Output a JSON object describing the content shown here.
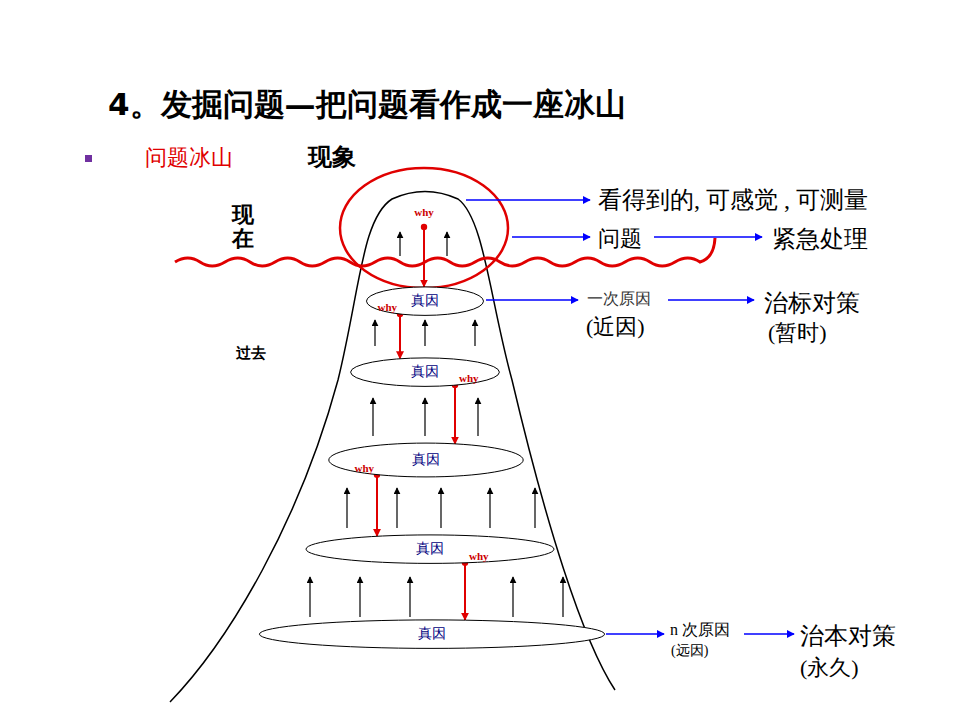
{
  "diagram": {
    "title": "4。发掘问题—把问题看作成一座冰山",
    "nodes": [
      {
        "text": [
          "why"
        ]
      },
      {
        "text": [
          "真因"
        ]
      },
      {
        "text": [
          "真因"
        ]
      },
      {
        "text": [
          "真因"
        ]
      },
      {
        "text": [
          "真因"
        ]
      },
      {
        "text": [
          "真因"
        ]
      }
    ],
    "edges": [
      {
        "from": 0,
        "to": 1,
        "arrow": "to"
      },
      {
        "from": 1,
        "to": 2,
        "label": "why",
        "arrow": "to"
      },
      {
        "from": 2,
        "to": 3,
        "label": "why",
        "arrow": "to"
      },
      {
        "from": 3,
        "to": 4,
        "label": "why",
        "arrow": "to"
      },
      {
        "from": 4,
        "to": 5,
        "label": "why",
        "arrow": "to"
      }
    ],
    "labels": [
      "问题冰山",
      "现象",
      "现在",
      "过去",
      "看得到的, 可感觉 , 可测量",
      "问题",
      "紧急处理",
      "一次原因",
      "(近因)",
      "治标对策",
      "(暂时)",
      "n 次原因",
      "(远因)",
      "治本对策",
      "(永久)"
    ]
  }
}
